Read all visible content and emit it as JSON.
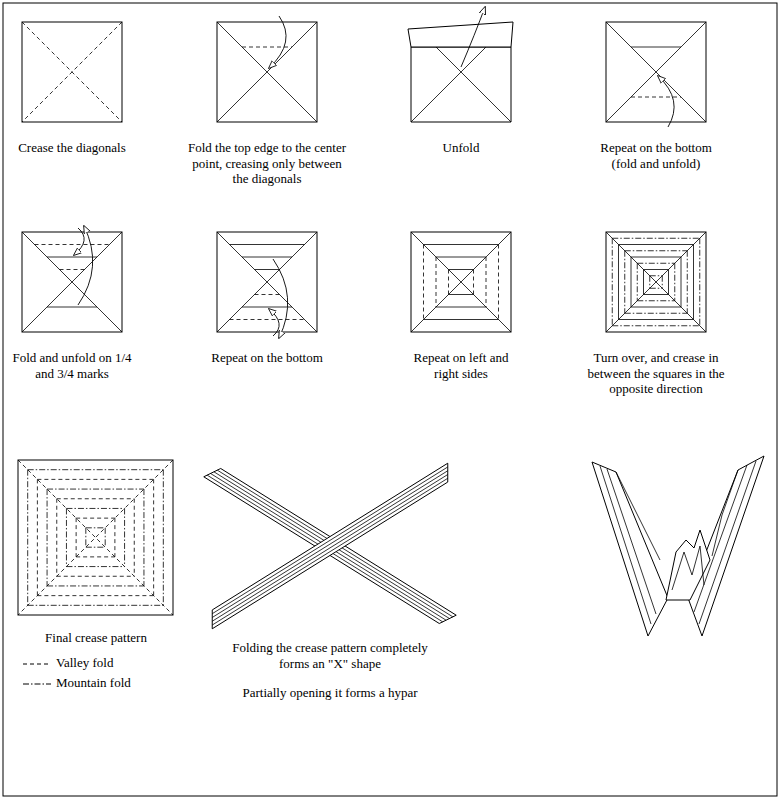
{
  "diagram": {
    "labels": [
      "Crease the diagonals",
      "Fold the top edge to the center point, creasing only between the diagonals",
      "Unfold",
      "Repeat on the bottom (fold and unfold)",
      "Fold and unfold on 1/4 and 3/4 marks",
      "Repeat on the bottom",
      "Repeat on left and right sides",
      "Turn over, and crease in between the squares in the opposite direction",
      "Final crease pattern",
      "Folding the crease pattern completely forms an \"X\" shape",
      "Partially opening it forms a hypar"
    ],
    "legend": [
      {
        "text": "Valley fold"
      },
      {
        "text": "Mountain fold"
      }
    ]
  }
}
